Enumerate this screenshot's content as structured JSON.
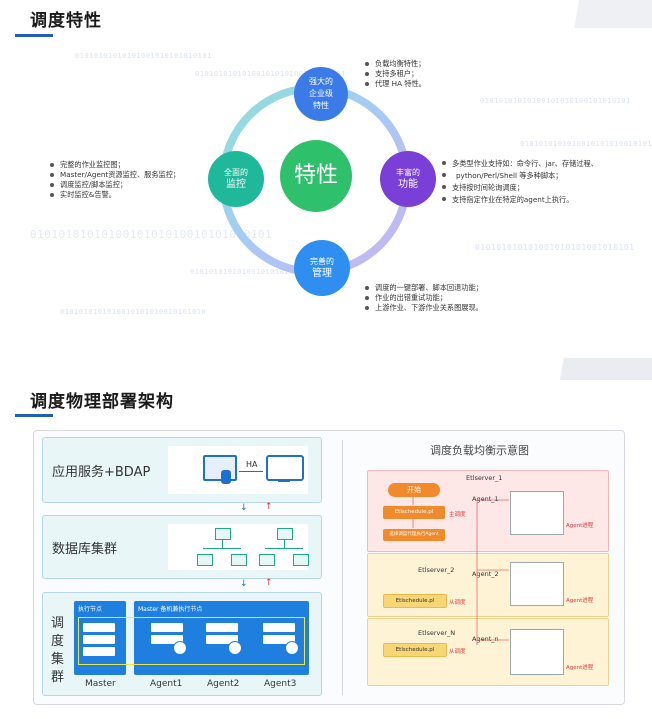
{
  "section1": {
    "title": "调度特性",
    "center_label": "特性",
    "features": {
      "top": {
        "line1": "强大的",
        "line2": "企业级",
        "line3": "特性"
      },
      "left": {
        "line1": "全面的",
        "line2": "监控"
      },
      "right": {
        "line1": "丰富的",
        "line2": "功能"
      },
      "bottom": {
        "line1": "完善的",
        "line2": "管理"
      }
    },
    "lists": {
      "top": [
        "负载均衡特性；",
        "支持多租户；",
        "代理 HA 特性。"
      ],
      "left": [
        "完整的作业监控图；",
        "Master/Agent资源监控、服务监控；",
        "调度监控/脚本监控；",
        "实时监控&告警。"
      ],
      "right": [
        "多类型作业支持如：命令行、jar、存储过程、",
        "python/Perl/Shell 等多种脚本；",
        "支持按时间轮询调度；",
        "支持指定作业在特定的agent上执行。"
      ],
      "bottom": [
        "调度的一键部署、脚本回退功能；",
        "作业的出错重试功能；",
        "上游作业、下游作业关系图展现。"
      ]
    },
    "bits": [
      "01010101010100101010100101010101",
      "01010101010101001010101010101",
      "01010101010100101010100101010101",
      "0101010101010010101010010101010101",
      "010101010101001010101001010101",
      "01010101010100101010100101010101",
      "0101010101010010101010010101010",
      "0101010101010010101010"
    ]
  },
  "section2": {
    "title": "调度物理部署架构",
    "left": {
      "app_label": "应用服务+BDAP",
      "ha_label": "HA",
      "db_label": "数据库集群",
      "sched_label": "调度集群",
      "exec_node": "执行节点",
      "master_exec": "Master 备机兼执行节点",
      "nodes": [
        "Master",
        "Agent1",
        "Agent2",
        "Agent3"
      ]
    },
    "right": {
      "title": "调度负载均衡示意图",
      "servers": [
        {
          "name": "Etlserver_1",
          "agent": "Agent_1",
          "sched_btn": "Etlschedule.pl",
          "role": "主调度",
          "agent_role": "Agent进程"
        },
        {
          "name": "Etlserver_2",
          "agent": "Agent_2",
          "sched_btn": "Etlschedule.pl",
          "role": "从调度",
          "agent_role": "Agent进程"
        },
        {
          "name": "Etlserver_N",
          "agent": "Agent_n",
          "sched_btn": "Etlschedule.pl",
          "role": "从调度",
          "agent_role": "Agent进程"
        }
      ],
      "start_label": "开始",
      "dispatch_label": "选择调度代理执行Agent"
    }
  },
  "colors": {
    "accent": "#1f5fb5",
    "center": "#2ec06a",
    "top": "#3b7be8",
    "left": "#1fb89a",
    "right": "#7a3fd6",
    "bottom": "#2f8ff0"
  }
}
